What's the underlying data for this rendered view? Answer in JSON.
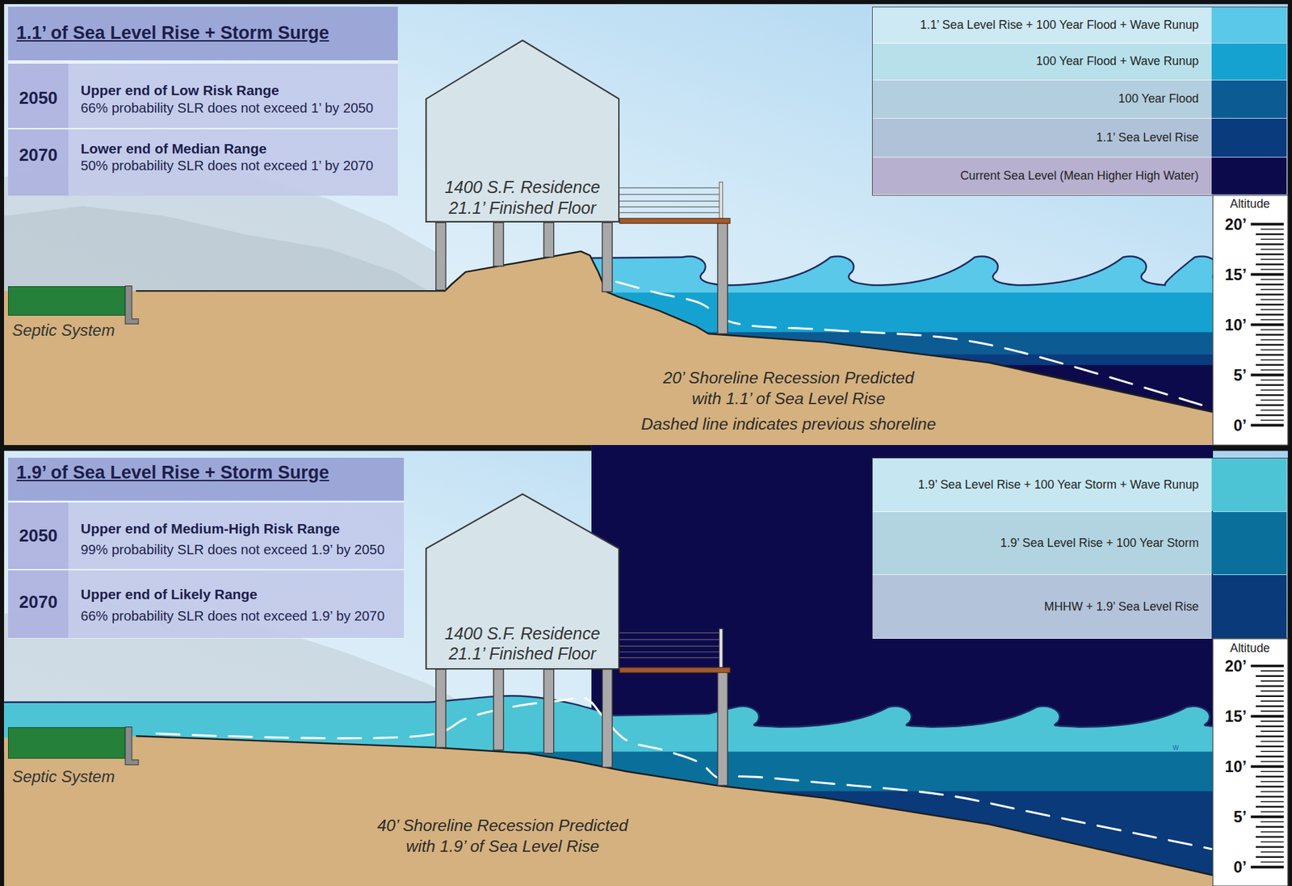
{
  "diagram": {
    "nodes": [
      {
        "text": [
          "1.1’ of Sea Level Rise + Storm Surge"
        ]
      },
      {
        "text": [
          "2050",
          "Upper end of Low Risk Range",
          "66% probability SLR does not exceed 1’ by 2050"
        ],
        "in": 0
      },
      {
        "text": [
          "2070",
          "Lower end of Median Range",
          "50% probability SLR does not exceed 1’ by 2070"
        ],
        "in": 0
      },
      {
        "text": [
          "1400 S.F. Residence",
          "21.1’ Finished Floor"
        ]
      },
      {
        "text": [
          "Septic System"
        ]
      },
      {
        "text": [
          "1.9’ of Sea Level Rise + Storm Surge"
        ]
      },
      {
        "text": [
          "2050",
          "Upper end of Medium-High Risk Range",
          "99% probability SLR does not exceed 1.9’ by 2050"
        ],
        "in": 5
      },
      {
        "text": [
          "2070",
          "Upper end of Likely Range",
          "66% probability SLR does not exceed 1.9’ by 2070"
        ],
        "in": 5
      },
      {
        "text": [
          "1400 S.F. Residence",
          "21.1’ Finished Floor"
        ]
      },
      {
        "text": [
          "Septic System"
        ]
      }
    ],
    "labels": [
      "20’ Shoreline Recession Predicted with 1.1’ of Sea Level Rise",
      "Dashed line indicates previous shoreline",
      "Altitude",
      "20’",
      "15’",
      "10’",
      "5’",
      "0’",
      "40’ Shoreline Recession Predicted with 1.9’ of Sea Level Rise",
      "w",
      "Altitude",
      "20’",
      "15’",
      "10’",
      "5’",
      "0’"
    ],
    "legend": [
      {
        "text": "1.1’ Sea Level Rise + 100 Year Flood + Wave Runup",
        "color": "#5ac8e8"
      },
      {
        "text": "100 Year Flood + Wave Runup",
        "color": "#16a2d0"
      },
      {
        "text": "100 Year Flood",
        "color": "#0c5b93"
      },
      {
        "text": "1.1’ Sea Level Rise",
        "color": "#0a3b7d"
      },
      {
        "text": "Current Sea Level (Mean Higher High Water)",
        "color": "#0d0a4c"
      },
      {
        "text": "1.9’ Sea Level Rise + 100 Year Storm + Wave Runup",
        "color": "#4cc4d6"
      },
      {
        "text": "1.9’ Sea Level Rise + 100 Year Storm",
        "color": "#0a709b"
      },
      {
        "text": "MHHW + 1.9’ Sea Level Rise",
        "color": "#0a3a7a"
      }
    ]
  }
}
